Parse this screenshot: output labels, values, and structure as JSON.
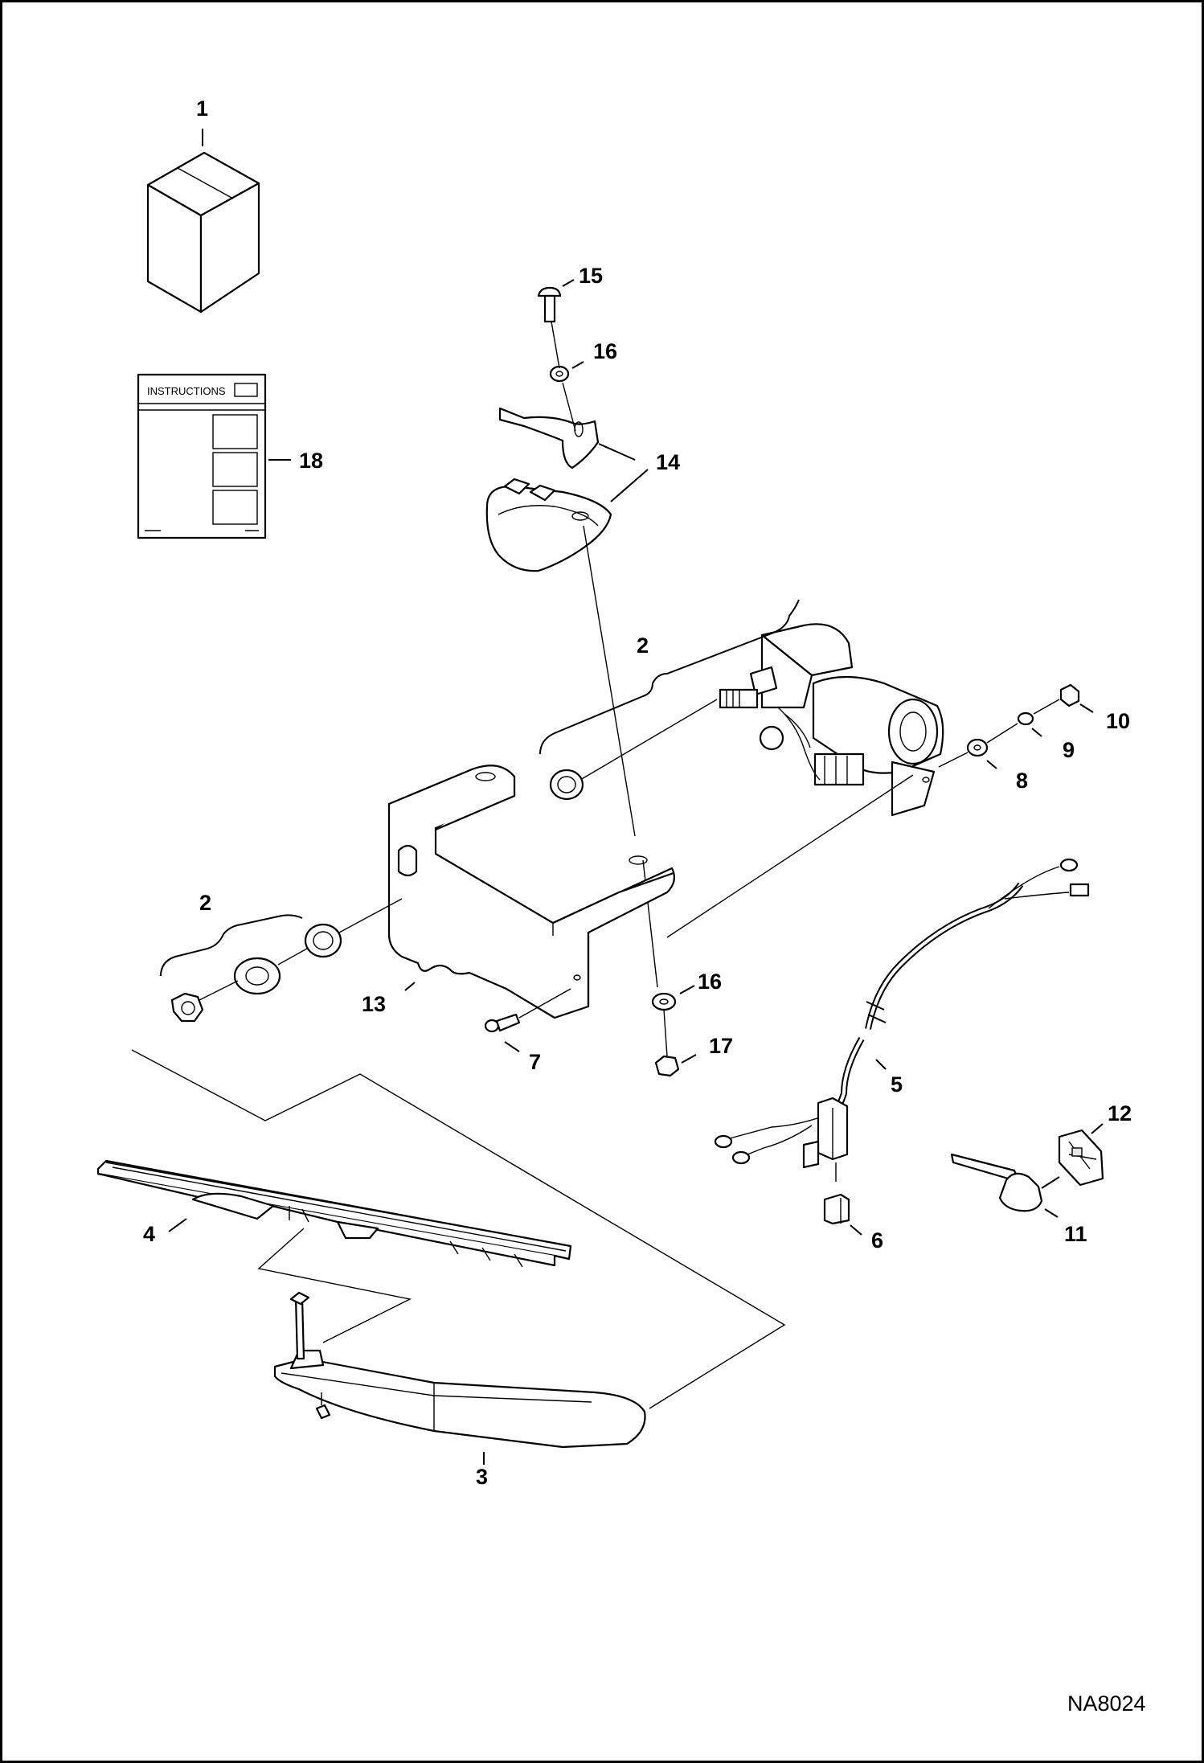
{
  "drawing": {
    "code": "NA8024",
    "instructions_text": "INSTRUCTIONS"
  },
  "callouts": [
    "1",
    "2",
    "2",
    "3",
    "4",
    "5",
    "6",
    "7",
    "8",
    "9",
    "10",
    "11",
    "12",
    "13",
    "14",
    "15",
    "16",
    "16",
    "17",
    "18"
  ]
}
